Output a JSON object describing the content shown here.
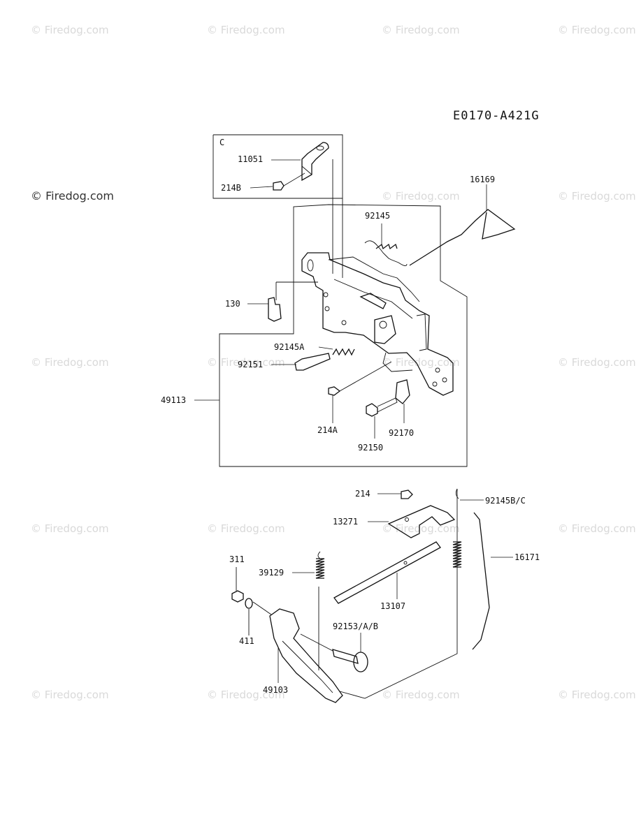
{
  "watermark": {
    "text": "© Firedog.com",
    "main_text": "© Firedog.com"
  },
  "diagram_code": "E0170-A421G",
  "inset_label": "C",
  "parts": {
    "p11051": "11051",
    "p214B": "214B",
    "p16169": "16169",
    "p92145": "92145",
    "p130": "130",
    "p92145A": "92145A",
    "p92151": "92151",
    "p49113": "49113",
    "p214A": "214A",
    "p92170": "92170",
    "p92150": "92150",
    "p214": "214",
    "p92145BC": "92145B/C",
    "p13271": "13271",
    "p16171": "16171",
    "p311": "311",
    "p39129": "39129",
    "p13107": "13107",
    "p92153AB": "92153/A/B",
    "p411": "411",
    "p49103": "49103"
  }
}
